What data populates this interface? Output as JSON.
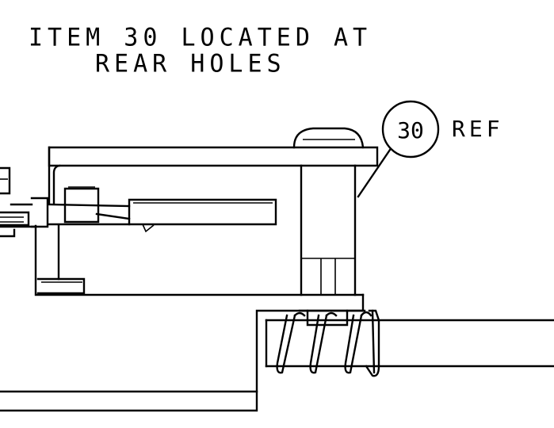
{
  "note": {
    "line1": "ITEM 30 LOCATED AT",
    "line2": "REAR HOLES"
  },
  "balloon": {
    "number": "30",
    "suffix": "REF"
  }
}
